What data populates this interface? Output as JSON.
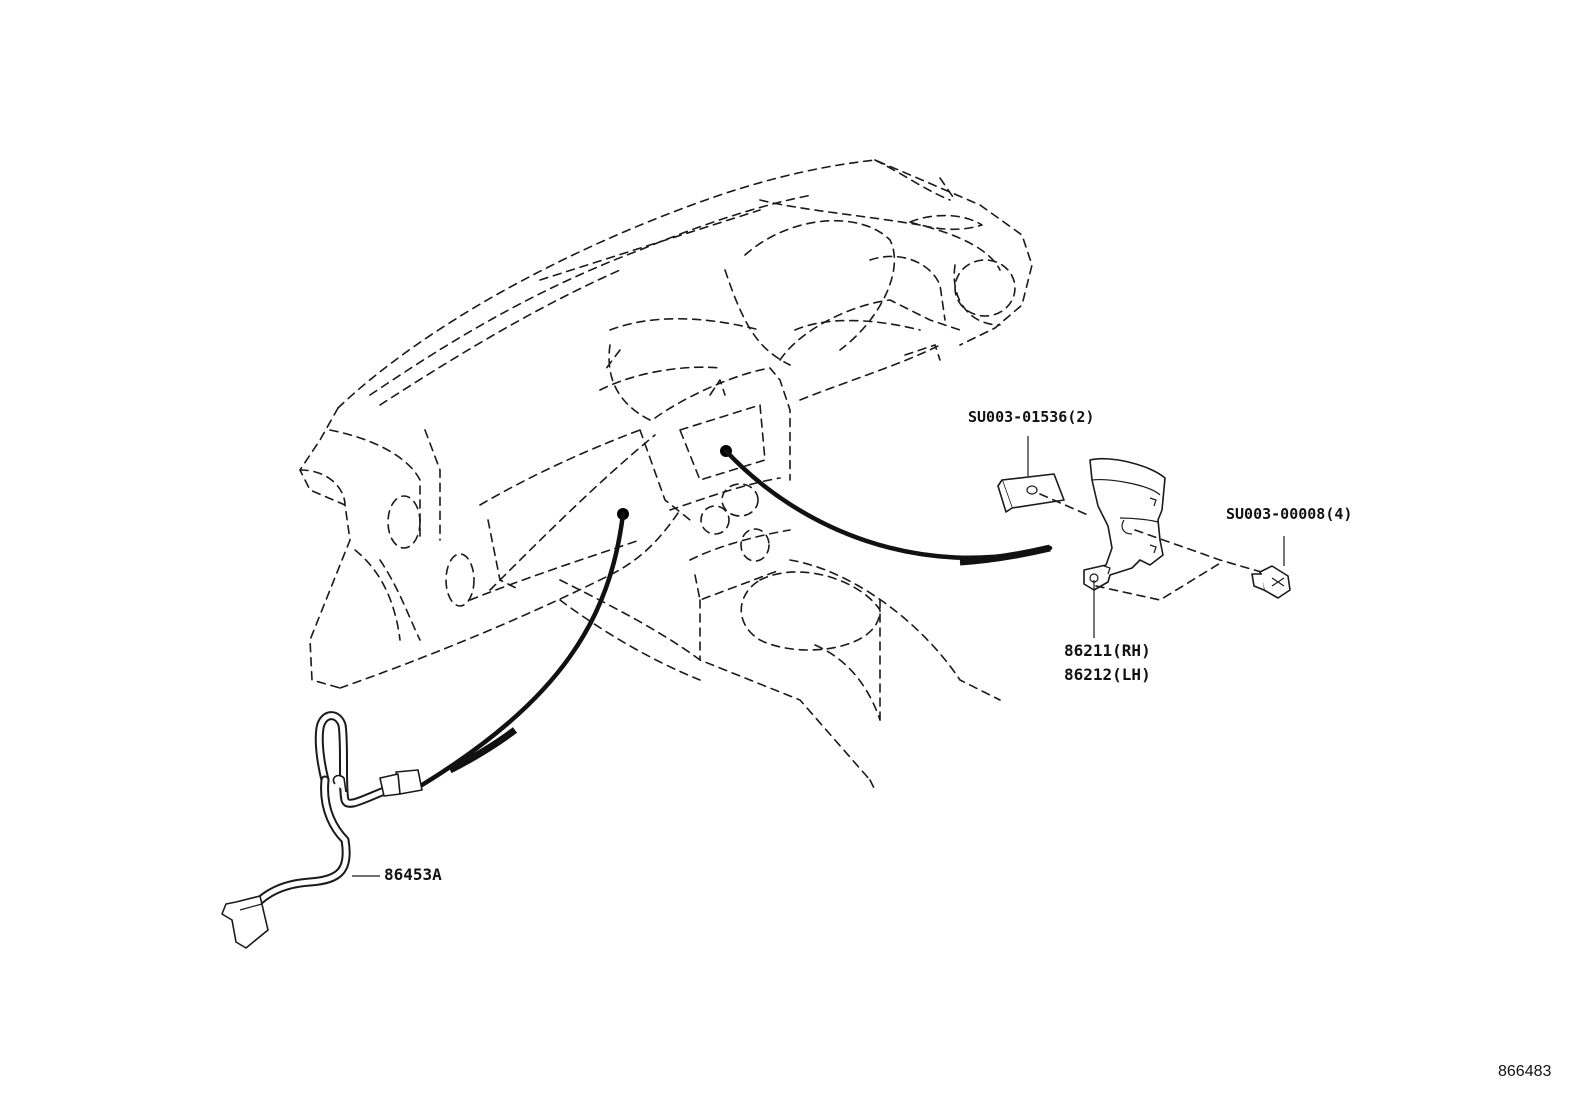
{
  "diagram": {
    "labels": {
      "clip": "SU003-01536(2)",
      "bolt": "SU003-00008(4)",
      "bracket_rh": "86211(RH)",
      "bracket_lh": "86212(LH)",
      "harness": "86453A"
    },
    "reference_number": "866483"
  }
}
